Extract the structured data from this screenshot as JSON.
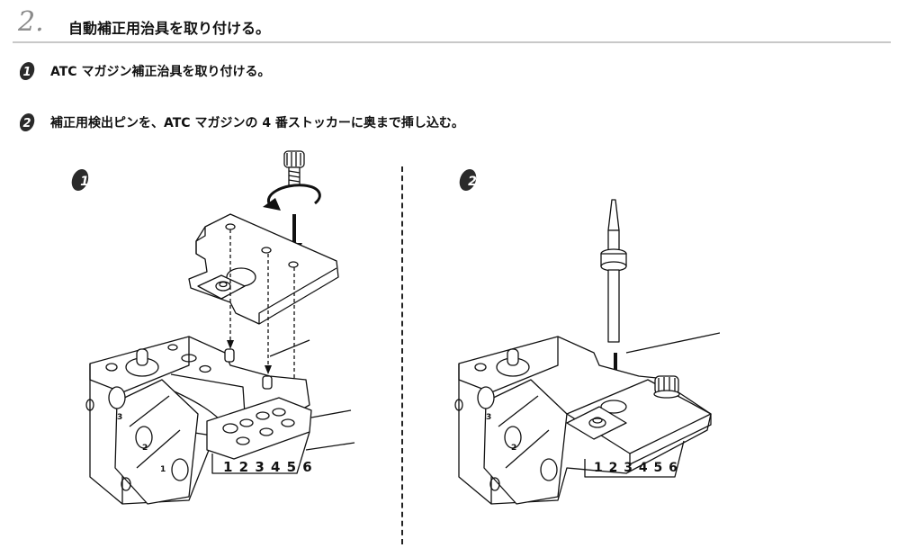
{
  "section": {
    "number": "2.",
    "title": "自動補正用治具を取り付ける。"
  },
  "steps": [
    {
      "badge": "1",
      "text": "ATC マガジン補正治具を取り付ける。"
    },
    {
      "badge": "2",
      "text": "補正用検出ピンを、ATC マガジンの 4 番ストッカーに奥まで挿し込む。"
    }
  ],
  "figures": [
    {
      "badge": "1",
      "slot_numbers": "1 2 3 4 5 6",
      "rotor_numbers": [
        "1",
        "2",
        "3"
      ]
    },
    {
      "badge": "2",
      "slot_numbers": "1 2 3 4 5 6",
      "rotor_numbers": [
        "2",
        "3"
      ]
    }
  ],
  "colors": {
    "badge_fill": "#2a2a2a",
    "rule": "#c8c8c8",
    "section_number": "#8a8a8a"
  }
}
